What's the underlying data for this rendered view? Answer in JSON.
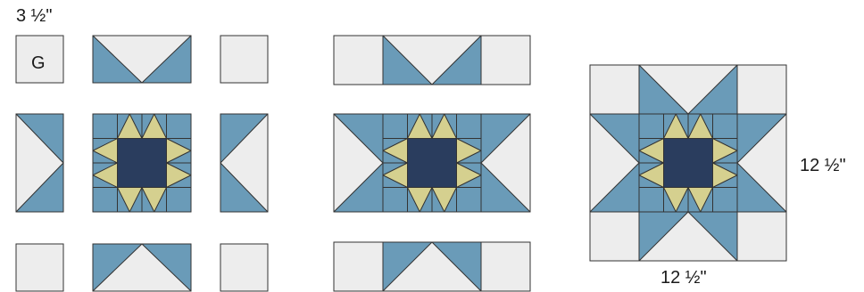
{
  "labels": {
    "unit_size": "3 ½\"",
    "unit_letter": "G",
    "block_height": "12 ½\"",
    "block_width": "12 ½\""
  },
  "colors": {
    "light": "#ededed",
    "blue": "#6a9bb8",
    "yellow": "#d5d08f",
    "navy": "#2a3d5e",
    "outline": "#333333"
  },
  "block_units": {
    "corner": "light square",
    "edge": "flying geese (light + blue)",
    "center": "sawtooth star (navy + yellow + blue)"
  }
}
